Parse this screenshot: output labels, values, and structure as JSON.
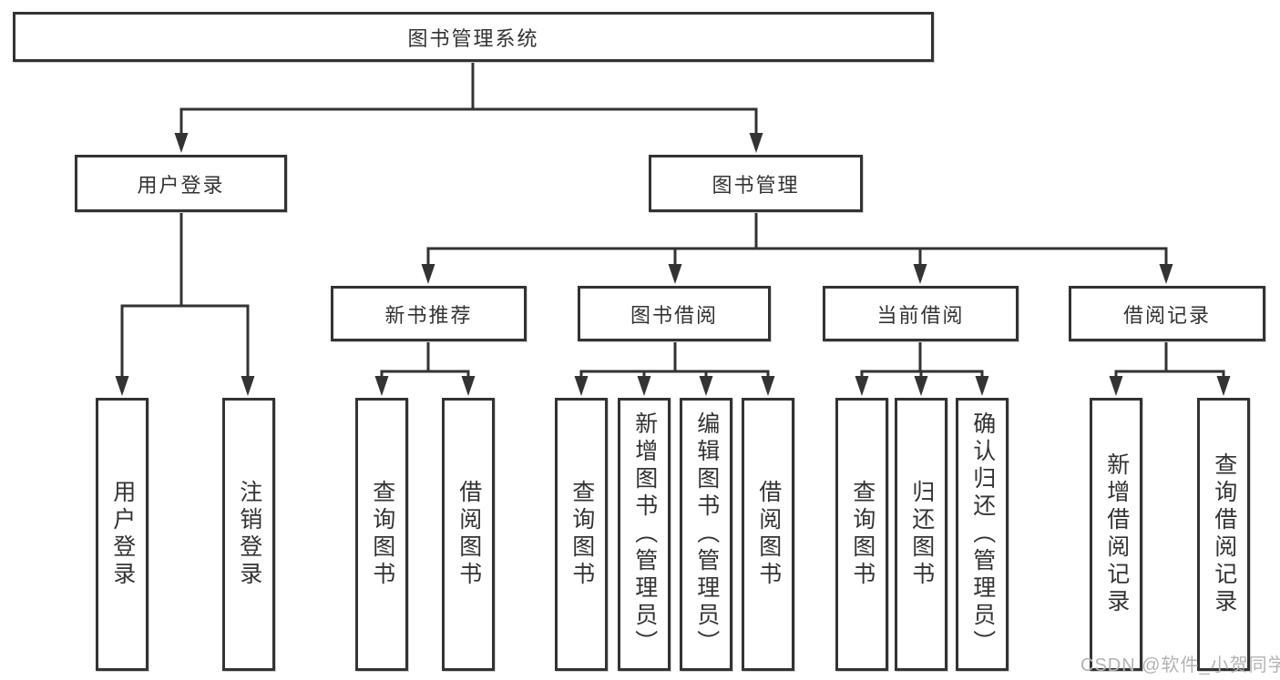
{
  "colors": {
    "background": "#ffffff",
    "border": "#333333",
    "line": "#333333",
    "text": "#333333",
    "watermark": "#b3b3b3"
  },
  "watermark": {
    "text": "CSDN @软件_小贺同学"
  },
  "diagram": {
    "root": {
      "label": "图书管理系统"
    },
    "level2": [
      {
        "label": "用户登录",
        "children": [
          {
            "label": "用户登录"
          },
          {
            "label": "注销登录"
          }
        ]
      },
      {
        "label": "图书管理",
        "children": [
          {
            "label": "新书推荐",
            "children": [
              {
                "label": "查询图书"
              },
              {
                "label": "借阅图书"
              }
            ]
          },
          {
            "label": "图书借阅",
            "children": [
              {
                "label": "查询图书"
              },
              {
                "label": "新增图书（管理员）"
              },
              {
                "label": "编辑图书（管理员）"
              },
              {
                "label": "借阅图书"
              }
            ]
          },
          {
            "label": "当前借阅",
            "children": [
              {
                "label": "查询图书"
              },
              {
                "label": "归还图书"
              },
              {
                "label": "确认归还（管理员）"
              }
            ]
          },
          {
            "label": "借阅记录",
            "children": [
              {
                "label": "新增借阅记录"
              },
              {
                "label": "查询借阅记录"
              }
            ]
          }
        ]
      }
    ]
  }
}
